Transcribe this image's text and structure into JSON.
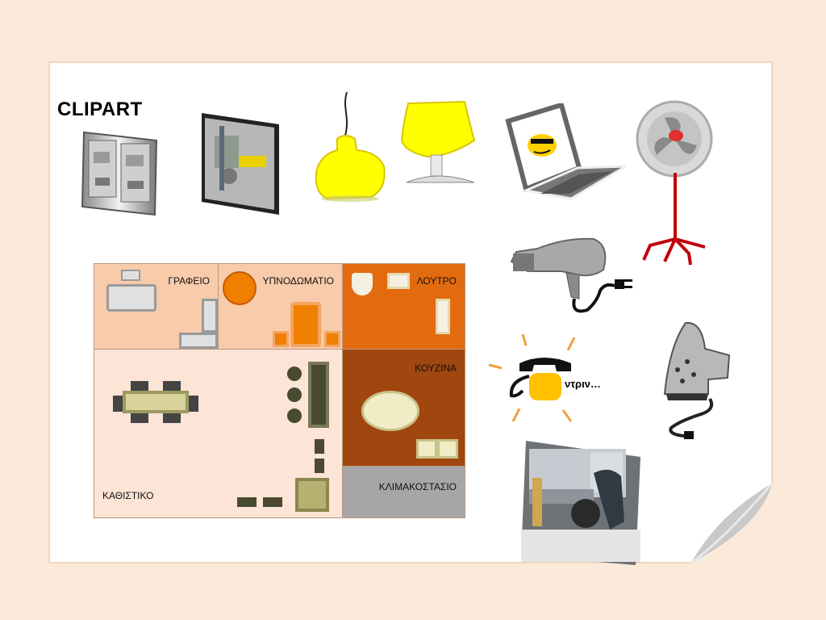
{
  "slide": {
    "title": "CLIPART",
    "ring_text": "ντριν…"
  },
  "floorplan": {
    "rooms": {
      "office": "ΓΡΑΦΕΙΟ",
      "bedroom": "ΥΠΝΟΔΩΜΑΤΙΟ",
      "bathroom": "ΛΟΥΤΡΟ",
      "living": "ΚΑΘΙΣΤΙΚΟ",
      "kitchen": "ΚΟΥΖΙΝΑ",
      "stairs": "ΚΛΙΜΑΚΟΣΤΑΣΙΟ"
    },
    "colors": {
      "office": "#f8cbab",
      "bedroom": "#f8cbab",
      "bathroom": "#e26b10",
      "living": "#fce4d6",
      "kitchen": "#a0460f",
      "stairs": "#a6a6a6"
    }
  },
  "icons": [
    "electric-meter-icon",
    "gas-meter-icon",
    "yellow-lamp-icon",
    "yellow-table-lamp-icon",
    "laptop-icon",
    "standing-fan-icon",
    "hair-dryer-icon",
    "ringing-telephone-icon",
    "clothes-iron-icon",
    "oil-delivery-photo"
  ]
}
